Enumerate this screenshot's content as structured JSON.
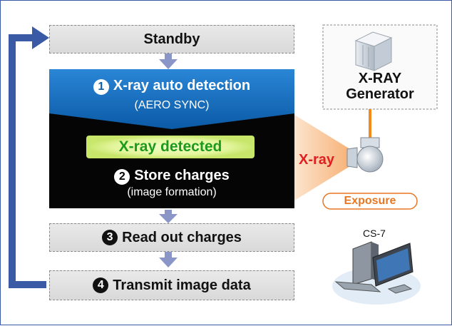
{
  "steps": {
    "standby": "Standby",
    "detection": {
      "number": "1",
      "title": "X-ray auto detection",
      "subtitle": "(AERO SYNC)"
    },
    "detected": "X-ray detected",
    "store": {
      "number": "2",
      "title": "Store charges",
      "subtitle": "(image formation)"
    },
    "read": {
      "number": "3",
      "title": "Read out charges"
    },
    "transmit": {
      "number": "4",
      "title": "Transmit image data"
    }
  },
  "generator": {
    "line1": "X-RAY",
    "line2": "Generator"
  },
  "xray_label": "X-ray",
  "exposure_label": "Exposure",
  "console_label": "CS-7",
  "colors": {
    "loop_arrow": "#3a5aa5",
    "step_arrow": "#8a96c8",
    "detection_blue": "#0d5ea8",
    "detected_text": "#1c9a1c",
    "xray_text": "#e02020",
    "exposure_orange": "#e87722",
    "generator_line": "#f28a1e"
  }
}
